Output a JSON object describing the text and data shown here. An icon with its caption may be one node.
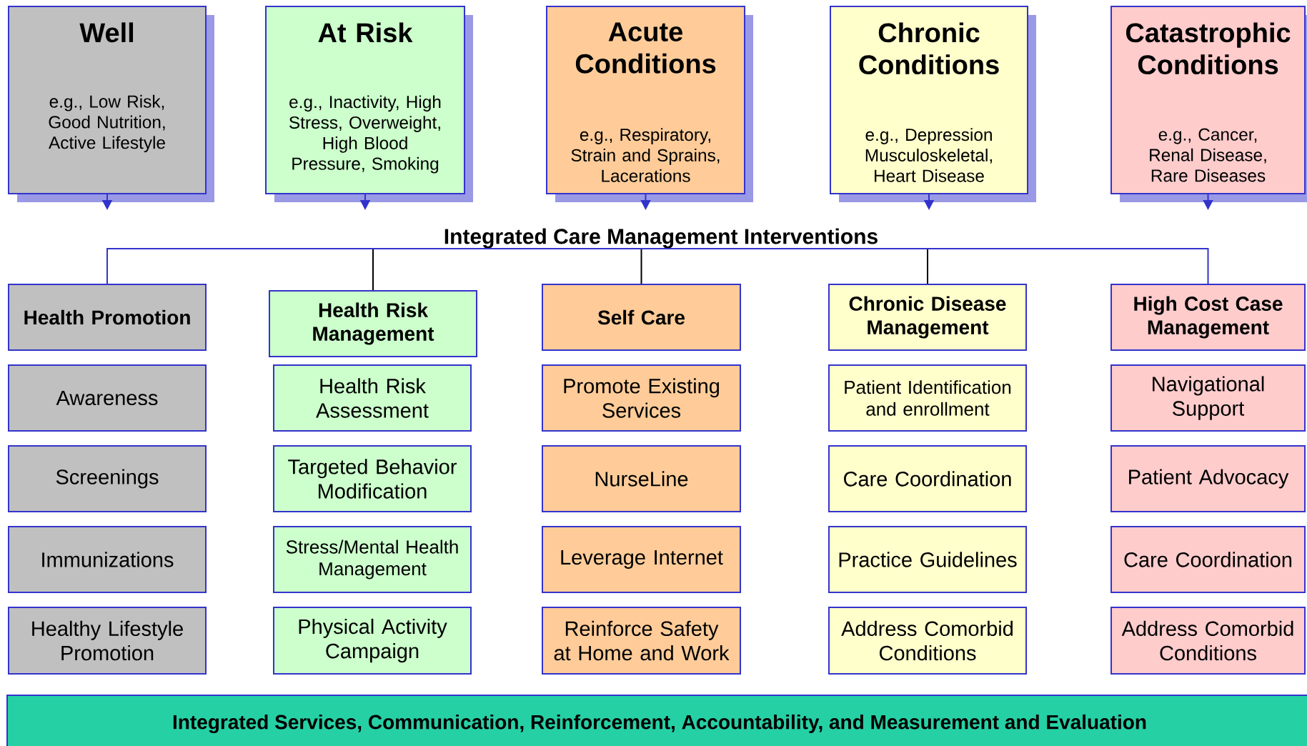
{
  "diagram": {
    "nodes": [
      {
        "text": [
          "Well",
          "e.g., Low Risk, Good Nutrition, Active Lifestyle"
        ]
      },
      {
        "text": [
          "At Risk",
          "e.g., Inactivity, High Stress, Overweight, High Blood Pressure, Smoking"
        ]
      },
      {
        "text": [
          "Acute Conditions",
          "e.g., Respiratory, Strain and Sprains, Lacerations"
        ]
      },
      {
        "text": [
          "Chronic Conditions",
          "e.g., Depression Musculoskeletal, Heart Disease"
        ]
      },
      {
        "text": [
          "Catastrophic Conditions",
          "e.g., Cancer, Renal Disease, Rare Diseases"
        ]
      },
      {
        "text": [
          "Integrated Care Management Interventions"
        ]
      },
      {
        "text": [
          "Health Promotion"
        ]
      },
      {
        "text": [
          "Health Risk Management"
        ]
      },
      {
        "text": [
          "Self Care"
        ]
      },
      {
        "text": [
          "Chronic Disease Management"
        ]
      },
      {
        "text": [
          "High Cost Case Management"
        ]
      },
      {
        "text": [
          "Awareness"
        ]
      },
      {
        "text": [
          "Health Risk Assessment"
        ]
      },
      {
        "text": [
          "Promote Existing Services"
        ]
      },
      {
        "text": [
          "Patient Identification and enrollment"
        ]
      },
      {
        "text": [
          "Navigational Support"
        ]
      },
      {
        "text": [
          "Screenings"
        ]
      },
      {
        "text": [
          "Targeted Behavior Modification"
        ]
      },
      {
        "text": [
          "NurseLine"
        ]
      },
      {
        "text": [
          "Care Coordination"
        ]
      },
      {
        "text": [
          "Patient Advocacy"
        ]
      },
      {
        "text": [
          "Immunizations"
        ]
      },
      {
        "text": [
          "Stress/Mental Health Management"
        ]
      },
      {
        "text": [
          "Leverage Internet"
        ]
      },
      {
        "text": [
          "Practice Guidelines"
        ]
      },
      {
        "text": [
          "Care Coordination"
        ]
      },
      {
        "text": [
          "Healthy Lifestyle Promotion"
        ]
      },
      {
        "text": [
          "Physical Activity Campaign"
        ]
      },
      {
        "text": [
          "Reinforce Safety at Home and Work"
        ]
      },
      {
        "text": [
          "Address Comorbid Conditions"
        ]
      },
      {
        "text": [
          "Address Comorbid Conditions"
        ]
      },
      {
        "text": [
          "Integrated Services, Communication, Reinforcement, Accountability, and Measurement and Evaluation"
        ]
      }
    ],
    "edges": [
      {
        "from": 0,
        "to": null,
        "arrow": "to"
      },
      {
        "from": 1,
        "to": null,
        "arrow": "to"
      },
      {
        "from": 2,
        "to": null,
        "arrow": "to"
      },
      {
        "from": 3,
        "to": null,
        "arrow": "to"
      },
      {
        "from": 4,
        "to": null,
        "arrow": "to"
      },
      {
        "from": 5,
        "to": 6,
        "arrow": "none"
      },
      {
        "from": 5,
        "to": 7,
        "arrow": "none",
        "color": "#000000"
      },
      {
        "from": 5,
        "to": 8,
        "arrow": "none",
        "color": "#000000"
      },
      {
        "from": 5,
        "to": 9,
        "arrow": "none",
        "color": "#000000"
      },
      {
        "from": 5,
        "to": 10,
        "arrow": "none"
      }
    ]
  }
}
